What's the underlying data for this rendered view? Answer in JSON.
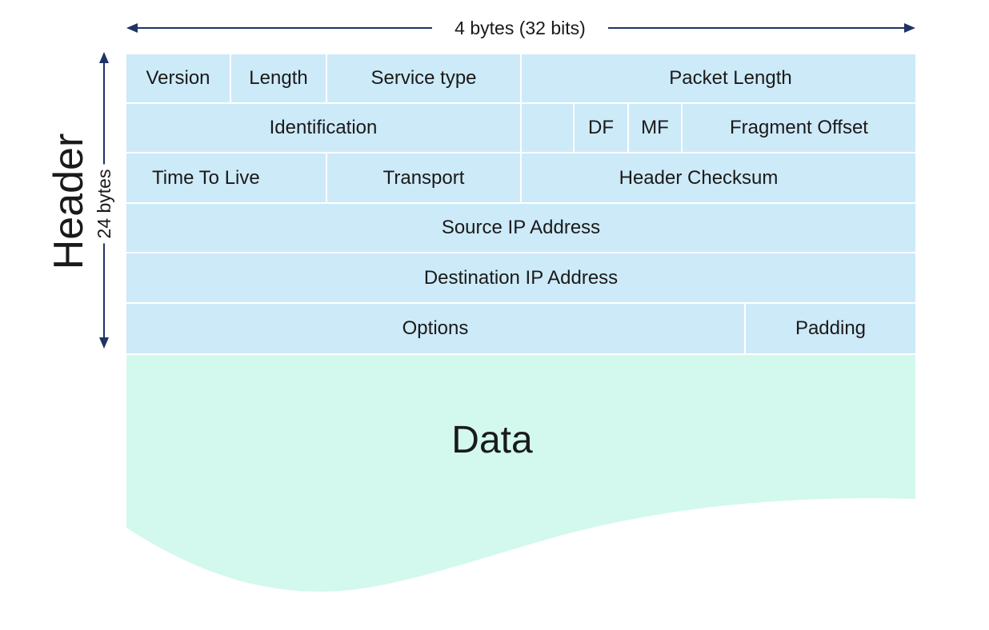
{
  "dimension": {
    "width_label": "4 bytes (32 bits)",
    "height_label": "24 bytes"
  },
  "header_label": "Header",
  "fields": {
    "version": "Version",
    "length": "Length",
    "service_type": "Service type",
    "packet_length": "Packet Length",
    "identification": "Identification",
    "df": "DF",
    "mf": "MF",
    "fragment_offset": "Fragment Offset",
    "time_to_live": "Time To Live",
    "transport": "Transport",
    "header_checksum": "Header Checksum",
    "source_ip": "Source IP Address",
    "destination_ip": "Destination IP Address",
    "options": "Options",
    "padding": "Padding"
  },
  "data_label": "Data",
  "colors": {
    "header_fill": "#cdeaf8",
    "data_fill": "#d3f8ee",
    "arrow": "#1f3466",
    "separator": "#ffffff"
  }
}
